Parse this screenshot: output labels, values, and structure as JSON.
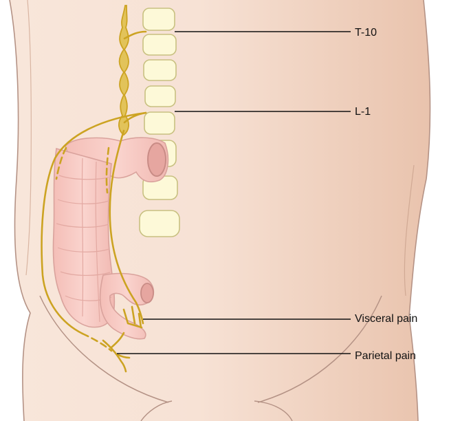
{
  "labels": {
    "t10": "T-10",
    "l1": "L-1",
    "visceral": "Visceral pain",
    "parietal": "Parietal pain"
  },
  "colors": {
    "skin": "#f6e1d4",
    "skin_shadow": "#e6c0a8",
    "outline": "#b49285",
    "vertebra": "#fdf9d8",
    "vertebra_edge": "#c8c080",
    "nerve": "#cca322",
    "nerve_fill": "#e2c35a",
    "colon": "#f7c9c3",
    "colon_edge": "#d9a29c",
    "lumen": "#e6a6a0",
    "leader": "#111111"
  }
}
